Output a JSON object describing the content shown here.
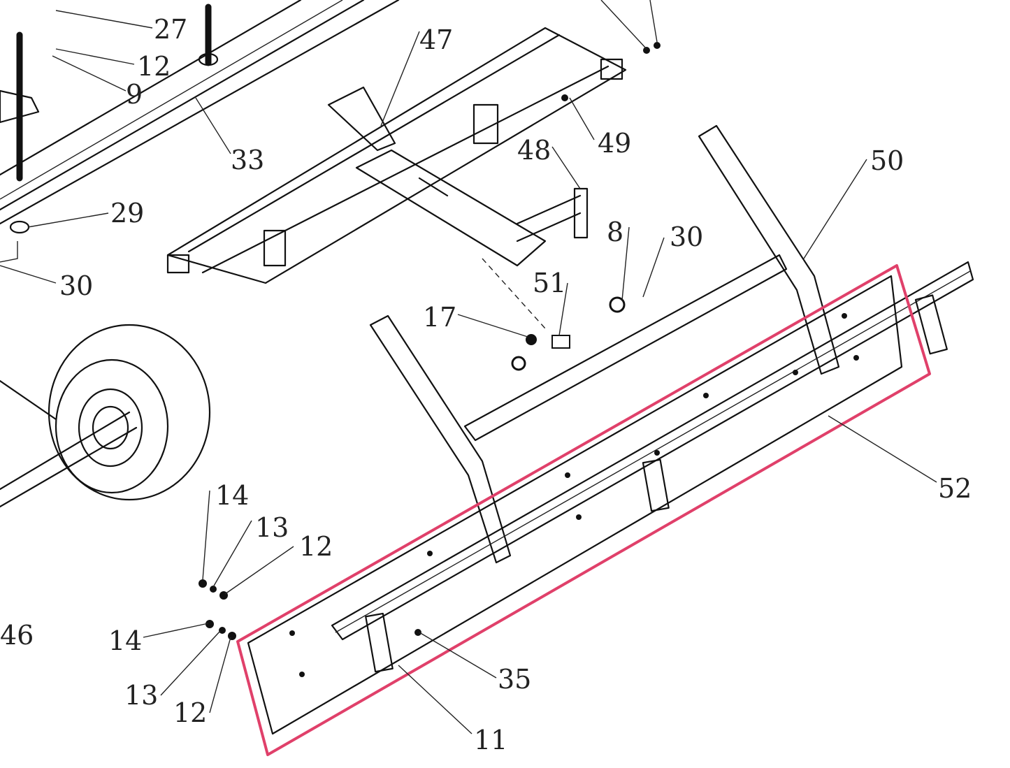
{
  "diagram": {
    "type": "exploded-parts-diagram",
    "highlight_color": "#e0406a",
    "labels": [
      "27",
      "12",
      "9",
      "33",
      "29",
      "30",
      "47",
      "49",
      "48",
      "50",
      "8",
      "30",
      "51",
      "17",
      "52",
      "14",
      "13",
      "12",
      "14",
      "13",
      "12",
      "46",
      "35",
      "11"
    ]
  }
}
